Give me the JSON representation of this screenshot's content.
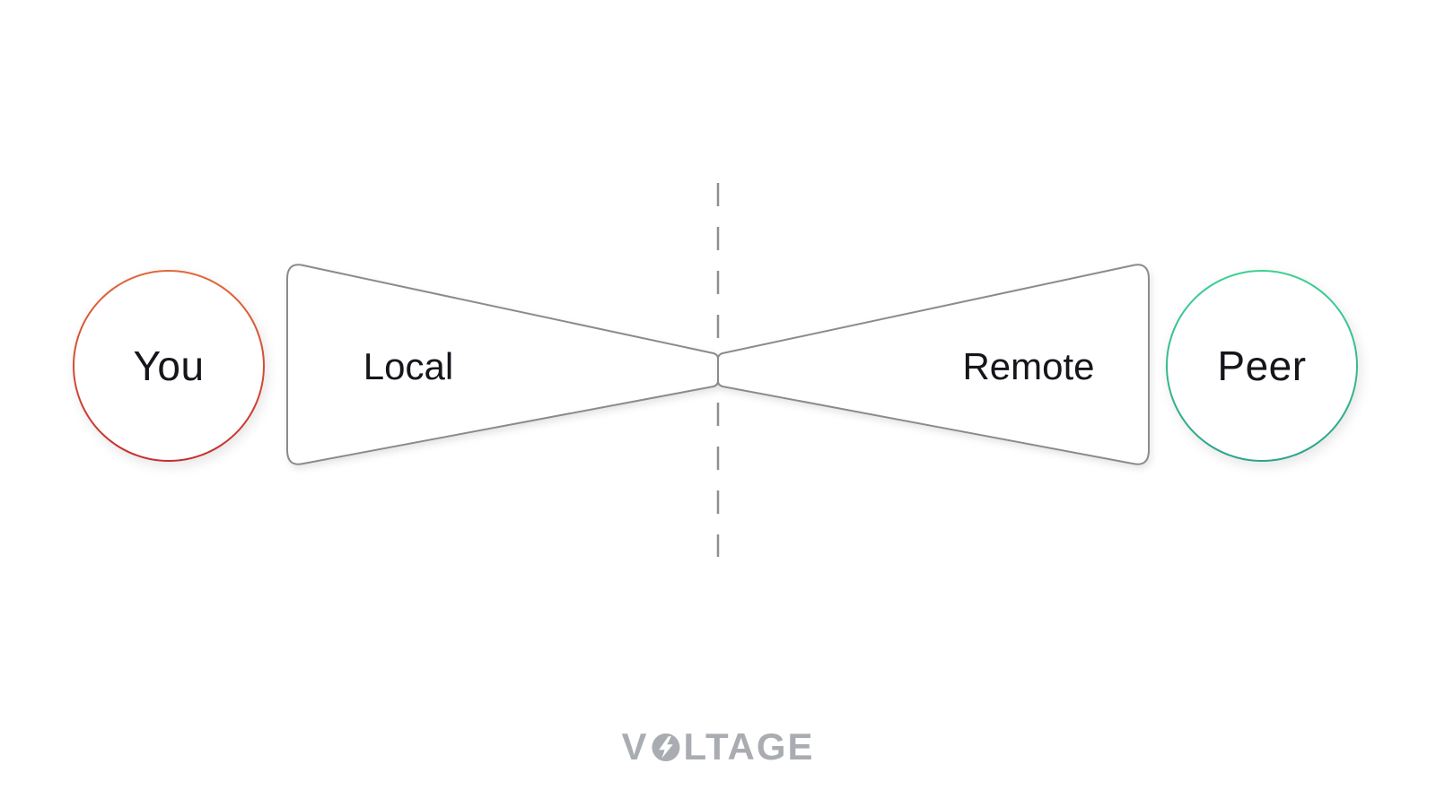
{
  "diagram": {
    "background_color": "#ffffff",
    "outline_color": "#8b8b8b",
    "nodes": {
      "you": {
        "label": "You",
        "border_gradient_top": "#e06a3c",
        "border_gradient_bottom": "#c52f2f"
      },
      "peer": {
        "label": "Peer",
        "border_gradient_top": "#3ed193",
        "border_gradient_bottom": "#2ca28b"
      }
    },
    "channel": {
      "local": {
        "label": "Local"
      },
      "remote": {
        "label": "Remote"
      }
    },
    "divider": {
      "style": "dashed",
      "color": "#8f8f8f"
    }
  },
  "footer": {
    "brand": "VOLTAGE",
    "brand_prefix": "V",
    "brand_suffix": "LTAGE",
    "brand_color": "#a9adb2"
  }
}
